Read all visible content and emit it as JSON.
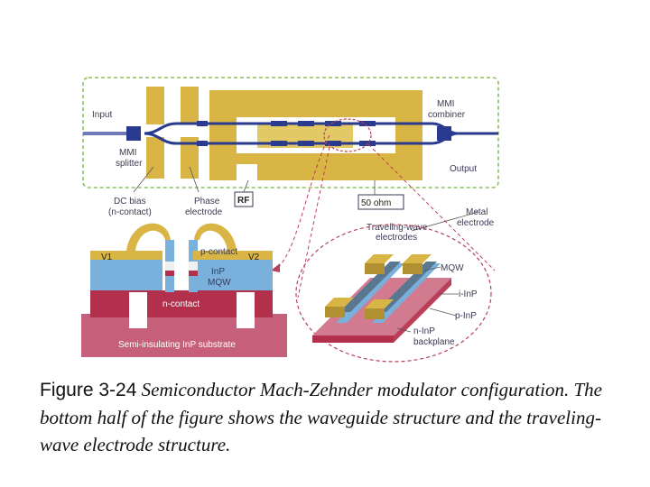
{
  "diagram": {
    "labels": {
      "input": "Input",
      "mmi_splitter": [
        "MMI",
        "splitter"
      ],
      "mmi_combiner": [
        "MMI",
        "combiner"
      ],
      "output": "Output",
      "dc_bias": [
        "DC bias",
        "(n-contact)"
      ],
      "phase_electrode": [
        "Phase",
        "electrode"
      ],
      "rf": "RF",
      "ohm50": "50 ohm",
      "metal_electrode": [
        "Metal",
        "electrode"
      ],
      "traveling_wave": [
        "Traveling-wave",
        "electrodes"
      ],
      "v1": "V1",
      "v2": "V2",
      "p_contact": "p-contact",
      "inp": "InP",
      "mqw": "MQW",
      "n_contact": "n-contact",
      "substrate": "Semi-insulating InP substrate",
      "mqw_3d": "MQW",
      "i_inp": "i-InP",
      "p_inp": "p-InP",
      "n_inp": [
        "n-InP",
        "backplane"
      ]
    },
    "colors": {
      "gold": "#d8b545",
      "waveguide": "#2a3a8e",
      "dashed_green": "#8cc05a",
      "dashed_red": "#b8405a",
      "substrate": "#c6607a",
      "n_layer": "#b3304c",
      "blue_layer": "#7ab0dc"
    }
  },
  "caption": {
    "figure_number": "Figure 3-24",
    "text": "Semiconductor Mach-Zehnder modulator configuration. The bottom half of the figure shows the waveguide structure and the traveling-wave electrode structure."
  }
}
